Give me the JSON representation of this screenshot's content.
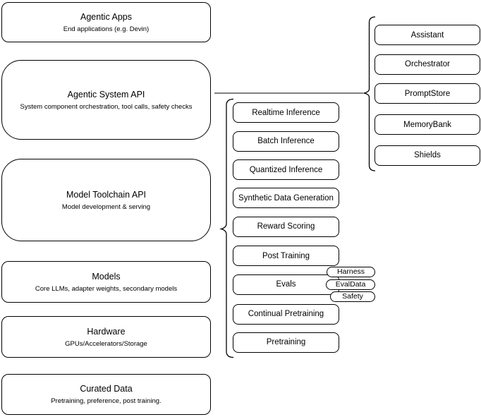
{
  "diagram": {
    "layers": [
      {
        "title": "Agentic Apps",
        "subtitle": "End applications (e.g. Devin)"
      },
      {
        "title": "Agentic System API",
        "subtitle": "System component orchestration, tool calls, safety checks"
      },
      {
        "title": "Model Toolchain API",
        "subtitle": "Model development & serving"
      },
      {
        "title": "Models",
        "subtitle": "Core LLMs, adapter weights, secondary models"
      },
      {
        "title": "Hardware",
        "subtitle": "GPUs/Accelerators/Storage"
      },
      {
        "title": "Curated Data",
        "subtitle": "Pretraining, preference, post training."
      }
    ],
    "toolchain_components": [
      "Realtime Inference",
      "Batch Inference",
      "Quantized Inference",
      "Synthetic Data Generation",
      "Reward Scoring",
      "Post Training",
      "Evals",
      "Continual Pretraining",
      "Pretraining"
    ],
    "eval_tags": [
      "Harness",
      "EvalData",
      "Safety"
    ],
    "system_components": [
      "Assistant",
      "Orchestrator",
      "PromptStore",
      "MemoryBank",
      "Shields"
    ],
    "colors": {
      "box_border": "#000000",
      "connector_gray": "#808080",
      "background": "#ffffff",
      "text": "#000000"
    }
  }
}
